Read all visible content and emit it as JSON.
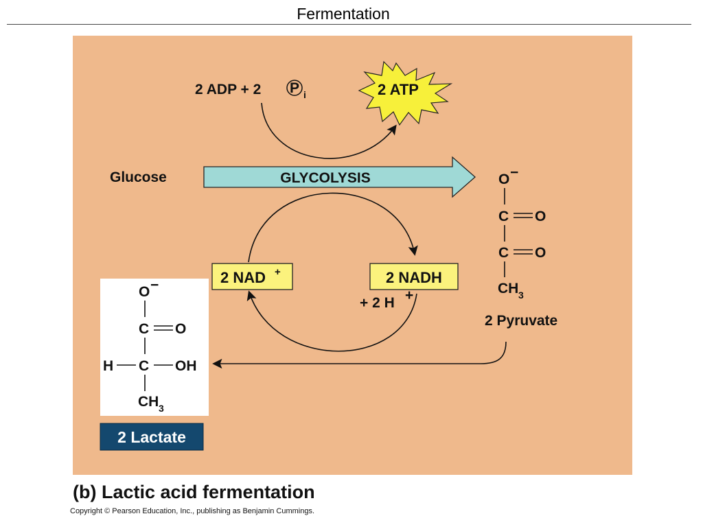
{
  "slide": {
    "title": "Fermentation"
  },
  "diagram": {
    "inputs_label": "2 ADP + 2",
    "phosphate_symbol": "P",
    "phosphate_subscript": "i",
    "atp_label": "2 ATP",
    "glucose_label": "Glucose",
    "glycolysis_label": "GLYCOLYSIS",
    "nad_label": "2 NAD",
    "nad_sup": "+",
    "nadh_label": "2 NADH",
    "hydrogen_label": "+ 2 H",
    "hydrogen_sup": "+",
    "pyruvate": {
      "atom_o_minus": "O",
      "charge": "−",
      "c1": "C",
      "c2": "C",
      "o_double1": "O",
      "o_double2": "O",
      "methyl": "CH",
      "methyl_sub": "3",
      "name": "2 Pyruvate"
    },
    "lactate": {
      "atom_o_minus": "O",
      "charge": "−",
      "c1": "C",
      "o_double": "O",
      "h": "H",
      "c2": "C",
      "oh": "OH",
      "methyl": "CH",
      "methyl_sub": "3",
      "name": "2 Lactate"
    },
    "colors": {
      "panel": "#efb98c",
      "glycolysis_arrow": "#9fd9d6",
      "cofactor_box": "#fbf27d",
      "atp_burst": "#f7f03a",
      "lactate_name_box": "#14486e"
    }
  },
  "caption": "(b) Lactic acid fermentation",
  "copyright": "Copyright © Pearson Education, Inc., publishing as Benjamin Cummings."
}
